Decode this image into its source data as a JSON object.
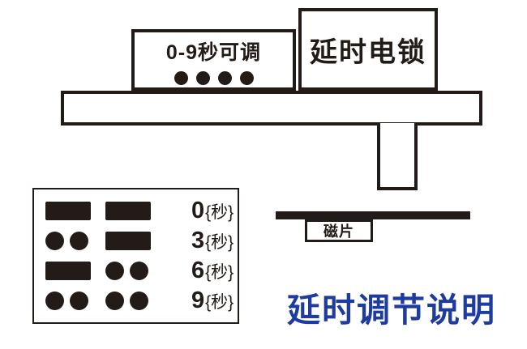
{
  "colors": {
    "ink": "#221b17",
    "blue": "#1e3ca0"
  },
  "device": {
    "timer_label": "0-9秒可调",
    "timer_dots": 4,
    "lock_label": "延时电锁",
    "magnet_label": "磁片"
  },
  "legend": {
    "rows": [
      {
        "pattern": [
          "rect",
          "rect"
        ],
        "num": "0",
        "unit": "{秒}"
      },
      {
        "pattern": [
          "dots",
          "rect"
        ],
        "num": "3",
        "unit": "{秒}"
      },
      {
        "pattern": [
          "rect",
          "dots"
        ],
        "num": "6",
        "unit": "{秒}"
      },
      {
        "pattern": [
          "dots",
          "dots"
        ],
        "num": "9",
        "unit": "{秒}"
      }
    ]
  },
  "title": "延时调节说明"
}
